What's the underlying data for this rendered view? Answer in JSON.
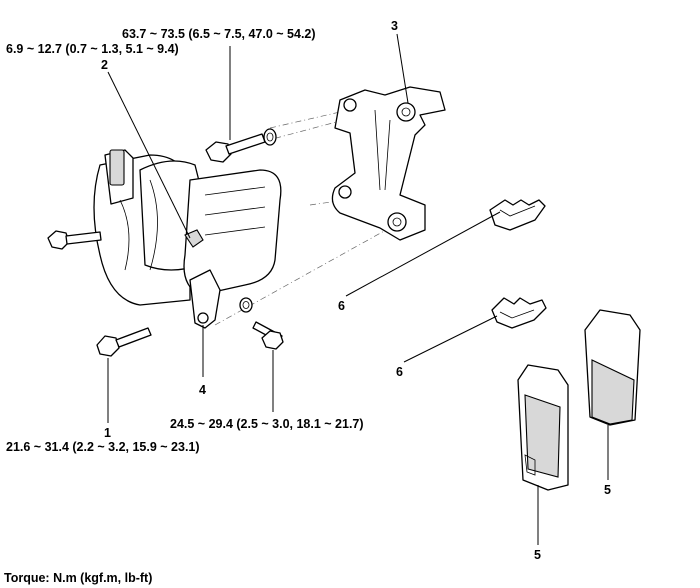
{
  "torques": {
    "bolt_top": "63.7 ~ 73.5 (6.5 ~ 7.5, 47.0 ~ 54.2)",
    "bleeder": "6.9 ~ 12.7 (0.7 ~ 1.3, 5.1 ~ 9.4)",
    "bolt_1": "21.6 ~ 31.4 (2.2 ~ 3.2, 15.9 ~ 23.1)",
    "bolt_lower": "24.5 ~ 29.4 (2.5 ~ 3.0, 18.1 ~ 21.7)"
  },
  "callouts": {
    "c1": "1",
    "c2": "2",
    "c3": "3",
    "c4": "4",
    "c5a": "5",
    "c5b": "5",
    "c6a": "6",
    "c6b": "6"
  },
  "legend": "Torque: N.m (kgf.m, lb-ft)"
}
